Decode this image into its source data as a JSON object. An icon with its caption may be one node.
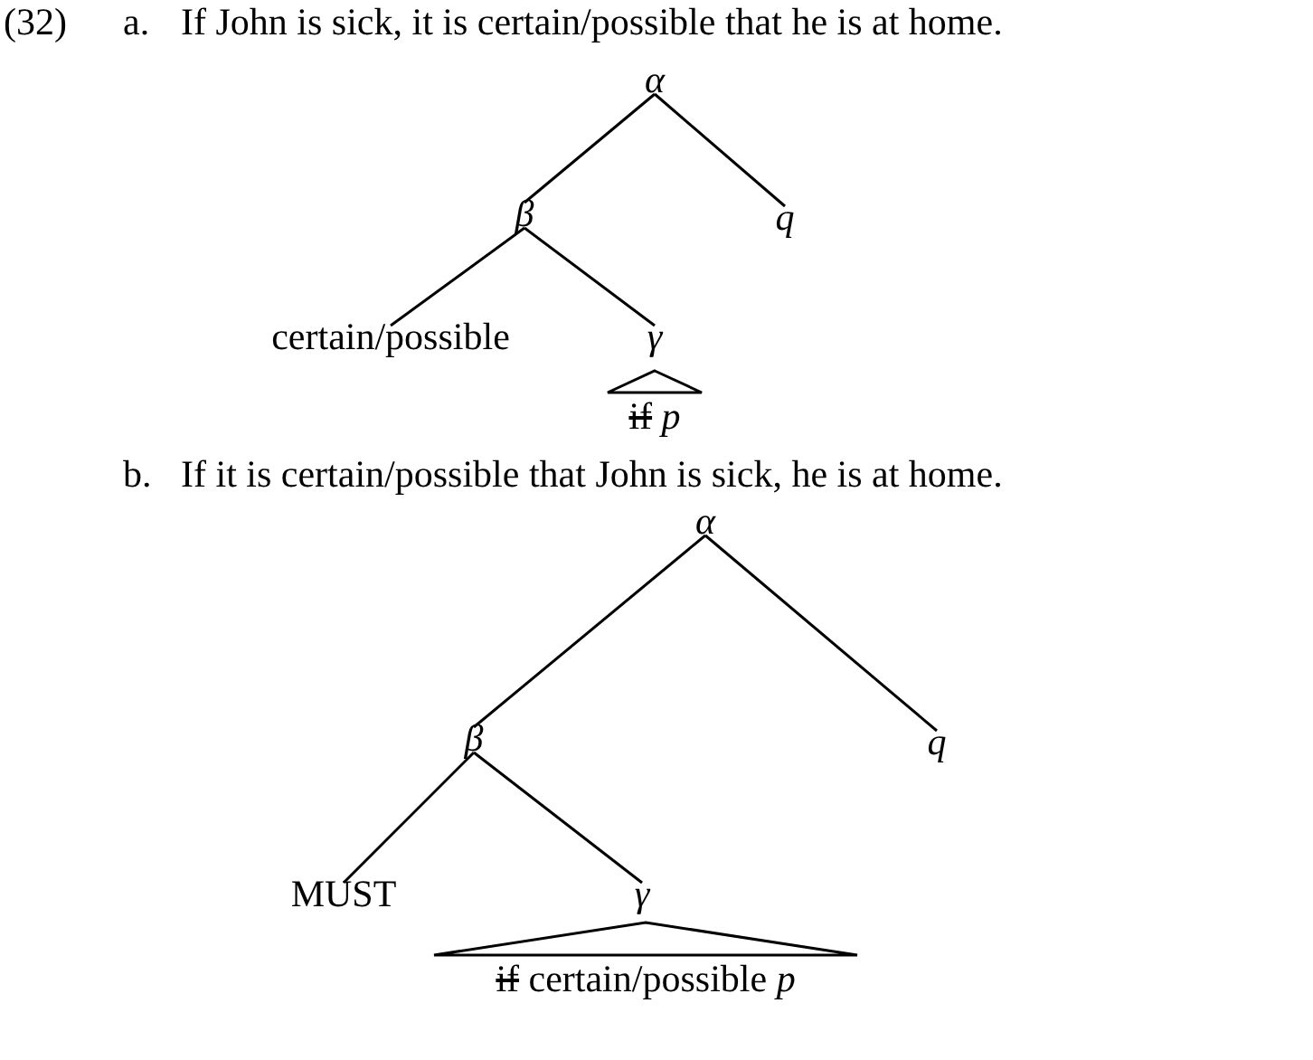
{
  "diagram": {
    "nodes": [
      {
        "text": [
          "α"
        ]
      },
      {
        "text": [
          "β"
        ]
      },
      {
        "text": [
          "q"
        ]
      },
      {
        "text": [
          "certain/possible"
        ]
      },
      {
        "text": [
          "γ"
        ]
      },
      {
        "text": [
          "if",
          "p"
        ]
      },
      {
        "text": [
          "α"
        ]
      },
      {
        "text": [
          "β"
        ]
      },
      {
        "text": [
          "q"
        ]
      },
      {
        "text": [
          "MUST"
        ]
      },
      {
        "text": [
          "γ"
        ]
      },
      {
        "text": [
          "if",
          "certain/possible",
          "p"
        ]
      }
    ],
    "edges": [
      {
        "from": 0,
        "to": 1,
        "arrow": "none"
      },
      {
        "from": 0,
        "to": 2,
        "arrow": "none"
      },
      {
        "from": 1,
        "to": 3,
        "arrow": "none"
      },
      {
        "from": 1,
        "to": 4,
        "arrow": "none"
      },
      {
        "from": 6,
        "to": 7,
        "arrow": "none"
      },
      {
        "from": 6,
        "to": 8,
        "arrow": "none"
      },
      {
        "from": 7,
        "to": 9,
        "arrow": "none"
      },
      {
        "from": 7,
        "to": 10,
        "arrow": "none"
      }
    ],
    "labels": [
      "(32)",
      "a.",
      "If John is sick, it is certain/possible that he is at home.",
      "b.",
      "If it is certain/possible that John is sick, he is at home."
    ]
  }
}
